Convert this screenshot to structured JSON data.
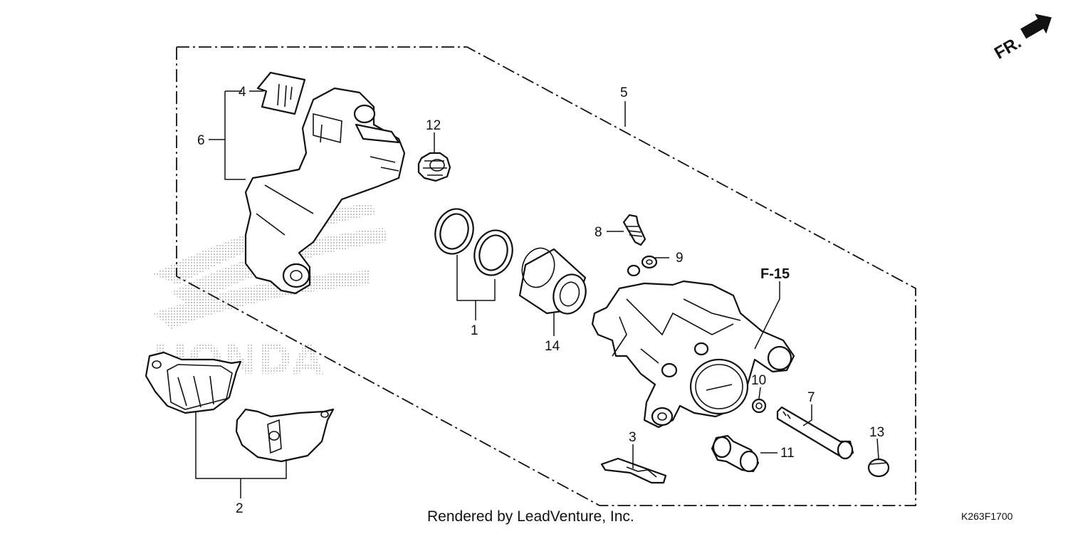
{
  "diagram": {
    "callouts": {
      "c1": "1",
      "c2": "2",
      "c3": "3",
      "c4": "4",
      "c5": "5",
      "c6": "6",
      "c7": "7",
      "c8": "8",
      "c9": "9",
      "c10": "10",
      "c11": "11",
      "c12": "12",
      "c13": "13",
      "c14": "14"
    },
    "figure_ref": "F-15",
    "direction": "FR.",
    "watermark": "HONDA",
    "footer": "Rendered by LeadVenture, Inc.",
    "diagram_code": "K263F1700"
  }
}
